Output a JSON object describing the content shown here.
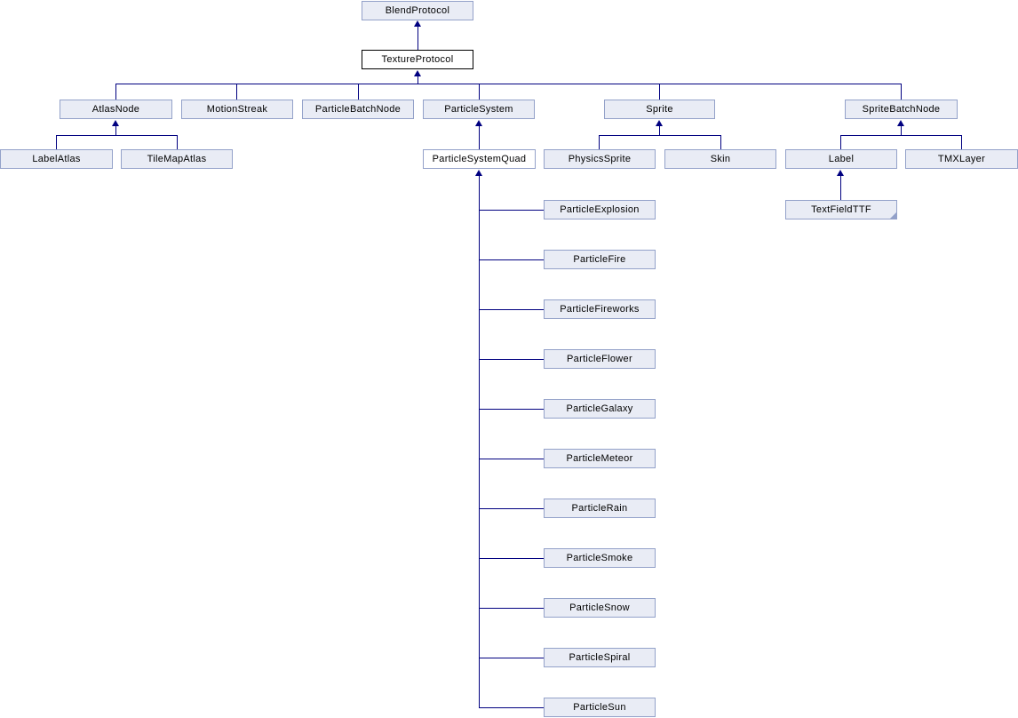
{
  "diagram": {
    "type": "class-inheritance-graph",
    "colors": {
      "node_fill": "#e9ecf5",
      "node_border": "#93a1c9",
      "current_node_border": "#000000",
      "edge": "#000080",
      "background": "#ffffff",
      "text": "#000000"
    },
    "nodes": {
      "blend_protocol": {
        "label": "BlendProtocol"
      },
      "texture_protocol": {
        "label": "TextureProtocol"
      },
      "atlas_node": {
        "label": "AtlasNode"
      },
      "motion_streak": {
        "label": "MotionStreak"
      },
      "particle_batch_node": {
        "label": "ParticleBatchNode"
      },
      "particle_system": {
        "label": "ParticleSystem"
      },
      "sprite": {
        "label": "Sprite"
      },
      "sprite_batch_node": {
        "label": "SpriteBatchNode"
      },
      "label_atlas": {
        "label": "LabelAtlas"
      },
      "tile_map_atlas": {
        "label": "TileMapAtlas"
      },
      "particle_system_quad": {
        "label": "ParticleSystemQuad"
      },
      "physics_sprite": {
        "label": "PhysicsSprite"
      },
      "skin": {
        "label": "Skin"
      },
      "label": {
        "label": "Label"
      },
      "tmx_layer": {
        "label": "TMXLayer"
      },
      "text_field_ttf": {
        "label": "TextFieldTTF"
      },
      "particle_explosion": {
        "label": "ParticleExplosion"
      },
      "particle_fire": {
        "label": "ParticleFire"
      },
      "particle_fireworks": {
        "label": "ParticleFireworks"
      },
      "particle_flower": {
        "label": "ParticleFlower"
      },
      "particle_galaxy": {
        "label": "ParticleGalaxy"
      },
      "particle_meteor": {
        "label": "ParticleMeteor"
      },
      "particle_rain": {
        "label": "ParticleRain"
      },
      "particle_smoke": {
        "label": "ParticleSmoke"
      },
      "particle_snow": {
        "label": "ParticleSnow"
      },
      "particle_spiral": {
        "label": "ParticleSpiral"
      },
      "particle_sun": {
        "label": "ParticleSun"
      }
    },
    "edges": [
      {
        "child": "TextureProtocol",
        "parent": "BlendProtocol"
      },
      {
        "child": "AtlasNode",
        "parent": "TextureProtocol"
      },
      {
        "child": "MotionStreak",
        "parent": "TextureProtocol"
      },
      {
        "child": "ParticleBatchNode",
        "parent": "TextureProtocol"
      },
      {
        "child": "ParticleSystem",
        "parent": "TextureProtocol"
      },
      {
        "child": "Sprite",
        "parent": "TextureProtocol"
      },
      {
        "child": "SpriteBatchNode",
        "parent": "TextureProtocol"
      },
      {
        "child": "LabelAtlas",
        "parent": "AtlasNode"
      },
      {
        "child": "TileMapAtlas",
        "parent": "AtlasNode"
      },
      {
        "child": "ParticleSystemQuad",
        "parent": "ParticleSystem"
      },
      {
        "child": "PhysicsSprite",
        "parent": "Sprite"
      },
      {
        "child": "Skin",
        "parent": "Sprite"
      },
      {
        "child": "Label",
        "parent": "SpriteBatchNode"
      },
      {
        "child": "TMXLayer",
        "parent": "SpriteBatchNode"
      },
      {
        "child": "TextFieldTTF",
        "parent": "Label"
      },
      {
        "child": "ParticleExplosion",
        "parent": "ParticleSystemQuad"
      },
      {
        "child": "ParticleFire",
        "parent": "ParticleSystemQuad"
      },
      {
        "child": "ParticleFireworks",
        "parent": "ParticleSystemQuad"
      },
      {
        "child": "ParticleFlower",
        "parent": "ParticleSystemQuad"
      },
      {
        "child": "ParticleGalaxy",
        "parent": "ParticleSystemQuad"
      },
      {
        "child": "ParticleMeteor",
        "parent": "ParticleSystemQuad"
      },
      {
        "child": "ParticleRain",
        "parent": "ParticleSystemQuad"
      },
      {
        "child": "ParticleSmoke",
        "parent": "ParticleSystemQuad"
      },
      {
        "child": "ParticleSnow",
        "parent": "ParticleSystemQuad"
      },
      {
        "child": "ParticleSpiral",
        "parent": "ParticleSystemQuad"
      },
      {
        "child": "ParticleSun",
        "parent": "ParticleSystemQuad"
      }
    ]
  }
}
